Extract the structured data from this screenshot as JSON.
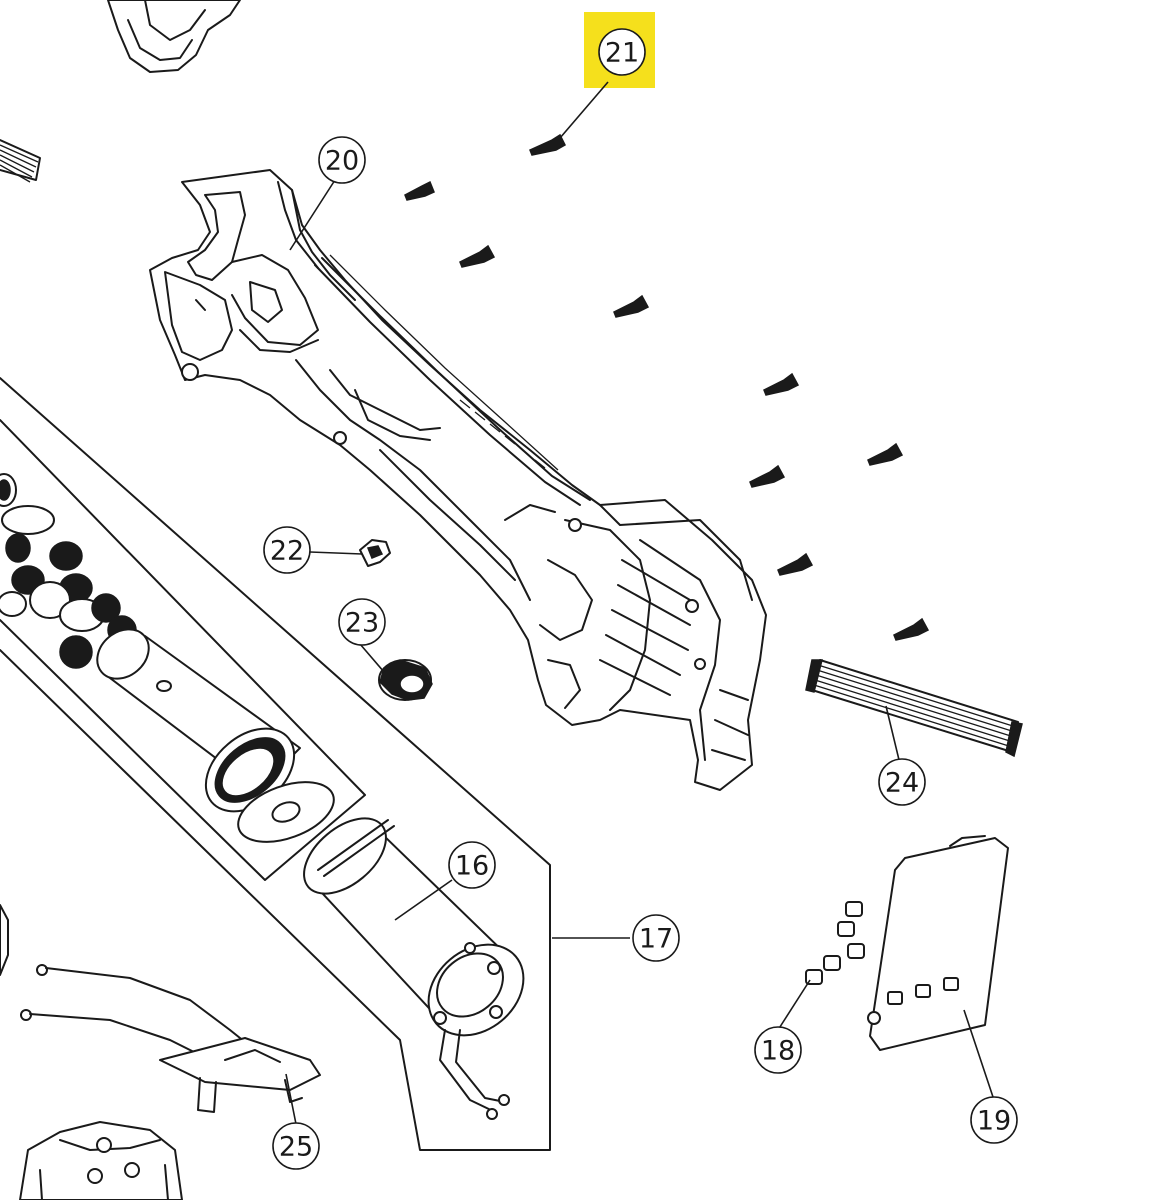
{
  "colors": {
    "highlight": "#f5e01c",
    "ink": "#1a1a1a",
    "background": "#ffffff"
  },
  "callouts": [
    {
      "id": "21",
      "label": "21",
      "highlighted": true
    },
    {
      "id": "20",
      "label": "20",
      "highlighted": false
    },
    {
      "id": "22",
      "label": "22",
      "highlighted": false
    },
    {
      "id": "23",
      "label": "23",
      "highlighted": false
    },
    {
      "id": "24",
      "label": "24",
      "highlighted": false
    },
    {
      "id": "16",
      "label": "16",
      "highlighted": false
    },
    {
      "id": "17",
      "label": "17",
      "highlighted": false
    },
    {
      "id": "18",
      "label": "18",
      "highlighted": false
    },
    {
      "id": "19",
      "label": "19",
      "highlighted": false
    },
    {
      "id": "25",
      "label": "25",
      "highlighted": false
    }
  ]
}
